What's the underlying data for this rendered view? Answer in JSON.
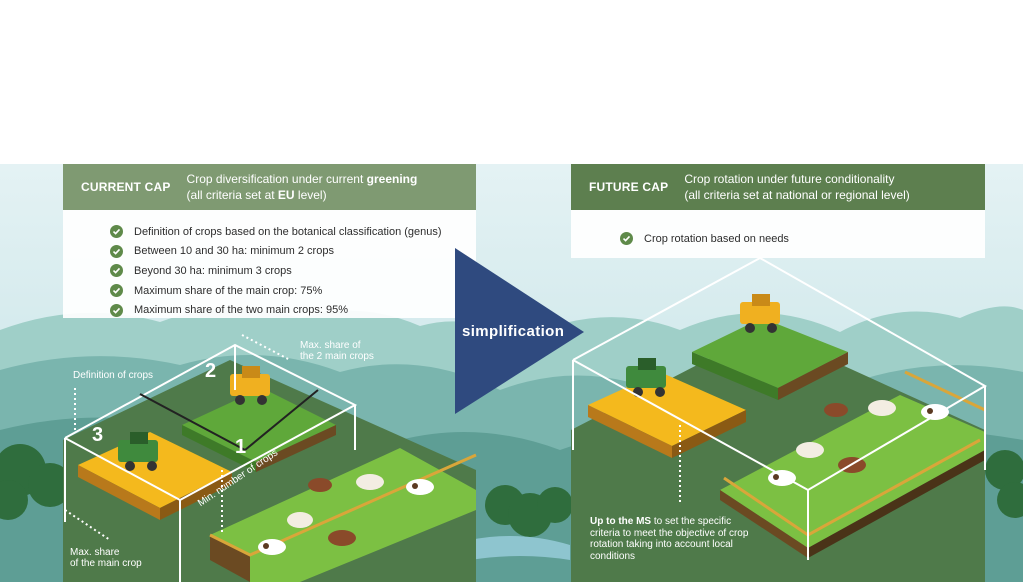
{
  "current": {
    "tag": "CURRENT CAP",
    "subtitle_line1_pre": "Crop diversification under current ",
    "subtitle_line1_bold": "greening",
    "subtitle_line2_pre": "(all criteria set at ",
    "subtitle_line2_bold": "EU",
    "subtitle_line2_post": " level)",
    "criteria": [
      "Definition of crops based on the botanical classification (genus)",
      "Between 10 and 30 ha: minimum 2 crops",
      "Beyond 30 ha: minimum 3 crops",
      "Maximum share of the main crop: 75%",
      "Maximum share of the two main crops: 95%"
    ],
    "annotations": {
      "definition_of_crops": "Definition of crops",
      "max_share_two_l1": "Max. share of",
      "max_share_two_l2": "the 2 main crops",
      "min_number": "Min. number of crops",
      "max_share_main_l1": "Max. share",
      "max_share_main_l2": "of the main crop"
    },
    "field_numbers": [
      "1",
      "2",
      "3"
    ]
  },
  "arrow_label": "simplification",
  "future": {
    "tag": "FUTURE CAP",
    "subtitle_line1": "Crop rotation under future conditionality",
    "subtitle_line2": "(all criteria set at national or regional level)",
    "criteria": [
      "Crop rotation based on needs"
    ],
    "note_bold": "Up to the MS",
    "note_rest": " to set the specific criteria to meet the objective of crop rotation taking into account local conditions"
  },
  "colors": {
    "sky": "#cfe6ea",
    "hills": "#8fc3bd",
    "arrow": "#2f4a7f",
    "header_current": "#7f9a72",
    "header_future": "#5d7f4f",
    "check": "#5f8a4a",
    "grass": "#7cc043",
    "wheat": "#f6c21b"
  }
}
